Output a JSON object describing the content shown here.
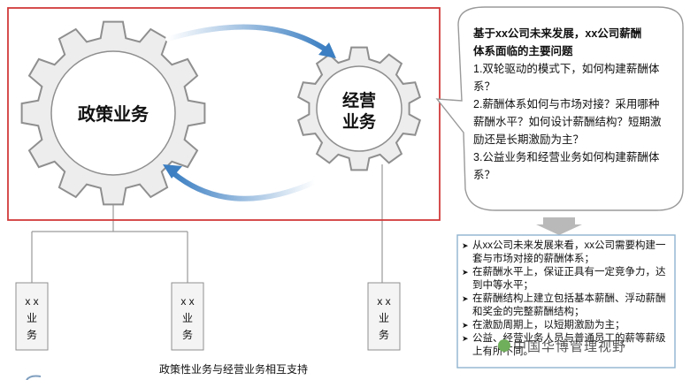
{
  "gears": {
    "left_label": "政策业务",
    "right_label_line1": "经营",
    "right_label_line2": "业务"
  },
  "units": [
    {
      "lines": [
        "x x",
        "业",
        "务"
      ]
    },
    {
      "lines": [
        "x x",
        "业",
        "务"
      ]
    },
    {
      "lines": [
        "x x",
        "业",
        "务"
      ]
    }
  ],
  "bubble": {
    "title_line1": "基于xx公司未来发展，xx公司薪酬",
    "title_line2": "体系面临的主要问题",
    "items": [
      "1.双轮驱动的模式下，如何构建薪酬体系？",
      "2.薪酬体系如何与市场对接？采用哪种薪酬水平？如何设计薪酬结构？短期激励还是长期激励为主？",
      "3.公益业务和经营业务如何构建薪酬体系？"
    ]
  },
  "conclusion": {
    "items": [
      "从xx公司未来发展来看，xx公司需要构建一套与市场对接的薪酬体系；",
      "在薪酬水平上，保证正具有一定竞争力，达到中等水平；",
      "在薪酬结构上建立包括基本薪酬、浮动薪酬和奖金的完整薪酬结构；",
      "在激励周期上，以短期激励为主；",
      "公益、经营业务人员与普通员工的薪等薪级上有所不同。"
    ]
  },
  "caption": "政策性业务与经营业务相互支持",
  "watermark": "中国华博管理视野",
  "colors": {
    "frame": "#d23a3a",
    "gear_fill": "#ededed",
    "gear_stroke": "#8f8f8f",
    "arrow": "#3c7fc2",
    "line": "#9a9a9a"
  }
}
